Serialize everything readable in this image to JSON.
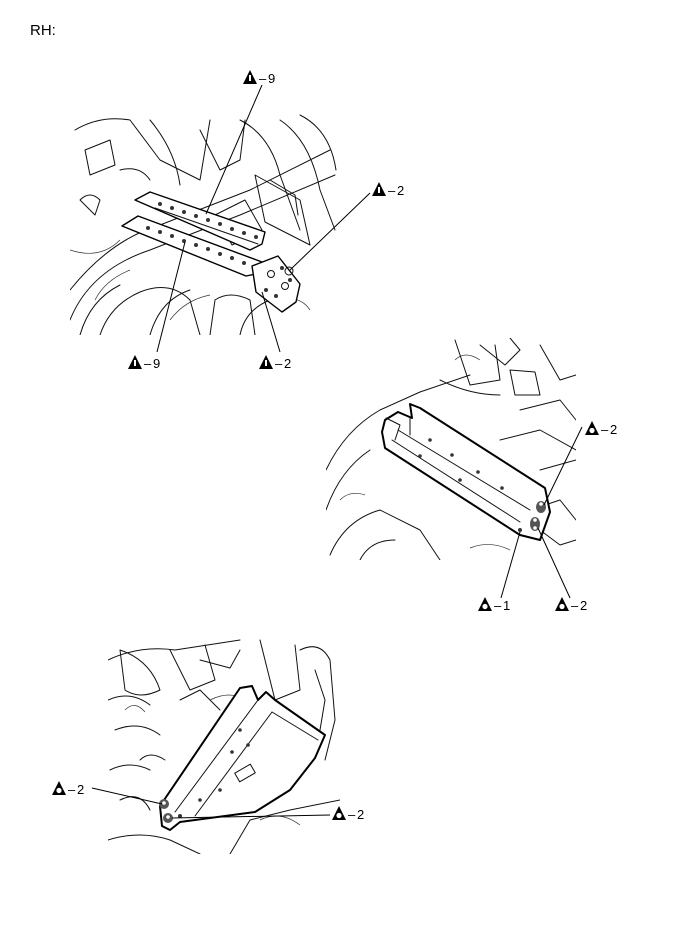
{
  "title": "RH:",
  "views": [
    {
      "id": "top",
      "callouts": [
        {
          "icon": "spot-weld-icon",
          "symbol": "i",
          "count": "9"
        },
        {
          "icon": "spot-weld-icon",
          "symbol": "i",
          "count": "2"
        },
        {
          "icon": "spot-weld-icon",
          "symbol": "i",
          "count": "9"
        },
        {
          "icon": "spot-weld-icon",
          "symbol": "i",
          "count": "2"
        }
      ]
    },
    {
      "id": "middle",
      "callouts": [
        {
          "icon": "plug-weld-icon",
          "symbol": "o",
          "count": "2"
        },
        {
          "icon": "plug-weld-icon",
          "symbol": "o",
          "count": "1"
        },
        {
          "icon": "plug-weld-icon",
          "symbol": "o",
          "count": "2"
        }
      ]
    },
    {
      "id": "bottom",
      "callouts": [
        {
          "icon": "plug-weld-icon",
          "symbol": "o",
          "count": "2"
        },
        {
          "icon": "plug-weld-icon",
          "symbol": "o",
          "count": "2"
        }
      ]
    }
  ]
}
